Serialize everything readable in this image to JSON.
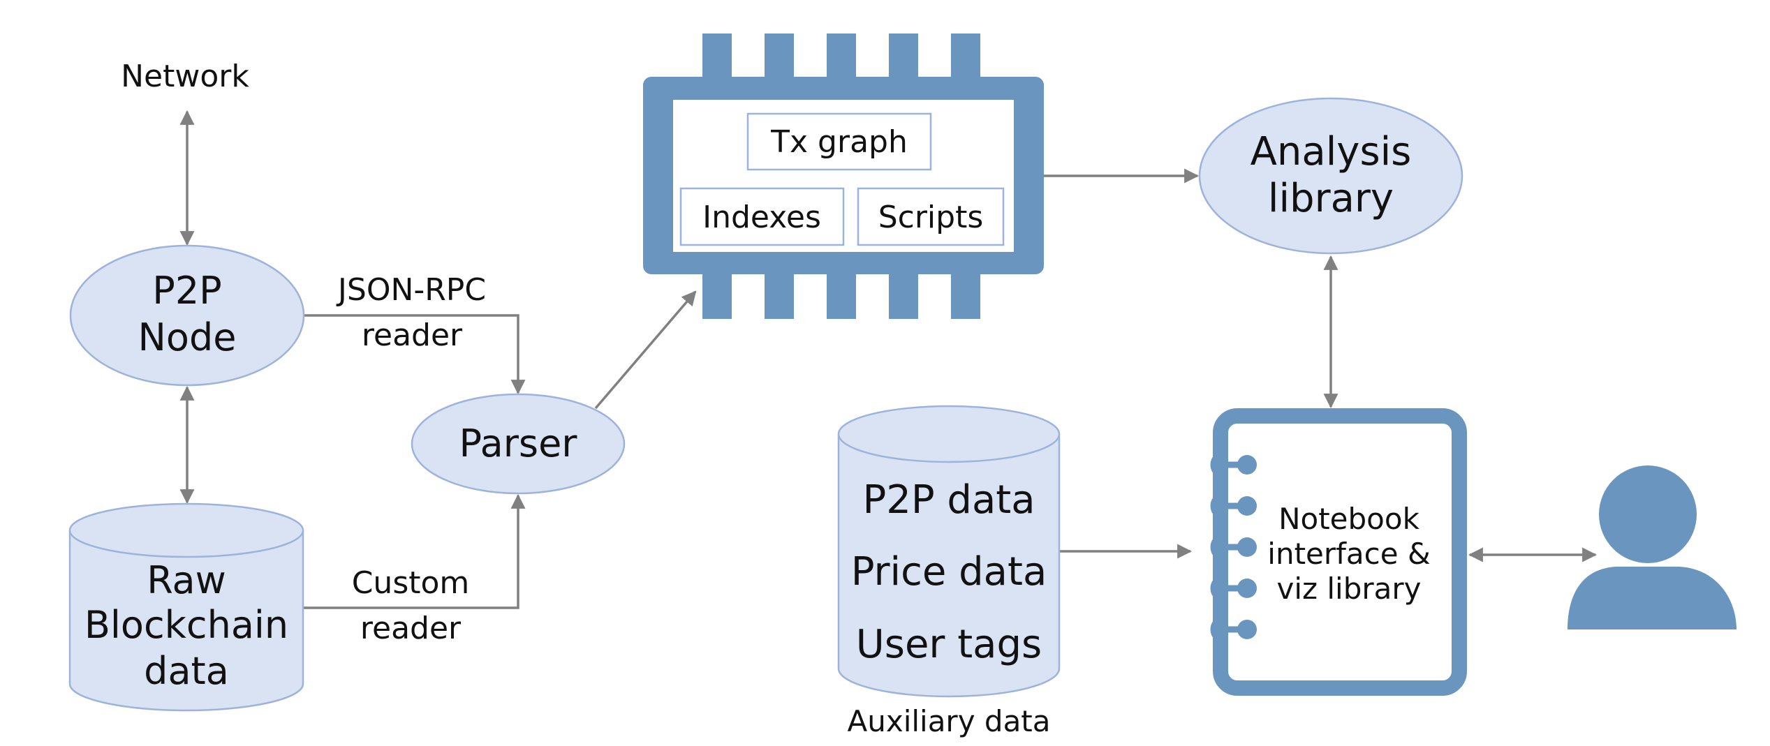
{
  "labels": {
    "network": "Network",
    "p2p_node_line1": "P2P",
    "p2p_node_line2": "Node",
    "raw_line1": "Raw",
    "raw_line2": "Blockchain",
    "raw_line3": "data",
    "json_rpc_line1": "JSON-RPC",
    "json_rpc_line2": "reader",
    "custom_line1": "Custom",
    "custom_line2": "reader",
    "parser": "Parser",
    "tx_graph": "Tx graph",
    "indexes": "Indexes",
    "scripts": "Scripts",
    "analysis_line1": "Analysis",
    "analysis_line2": "library",
    "aux_item1": "P2P data",
    "aux_item2": "Price data",
    "aux_item3": "User tags",
    "aux_caption": "Auxiliary data",
    "notebook_line1": "Notebook",
    "notebook_line2": "interface &",
    "notebook_line3": "viz library"
  },
  "colors": {
    "node_fill": "#dae3f3",
    "node_stroke": "#9db3dc",
    "accent": "#6a95be",
    "arrow": "#808080",
    "text": "#111111"
  }
}
